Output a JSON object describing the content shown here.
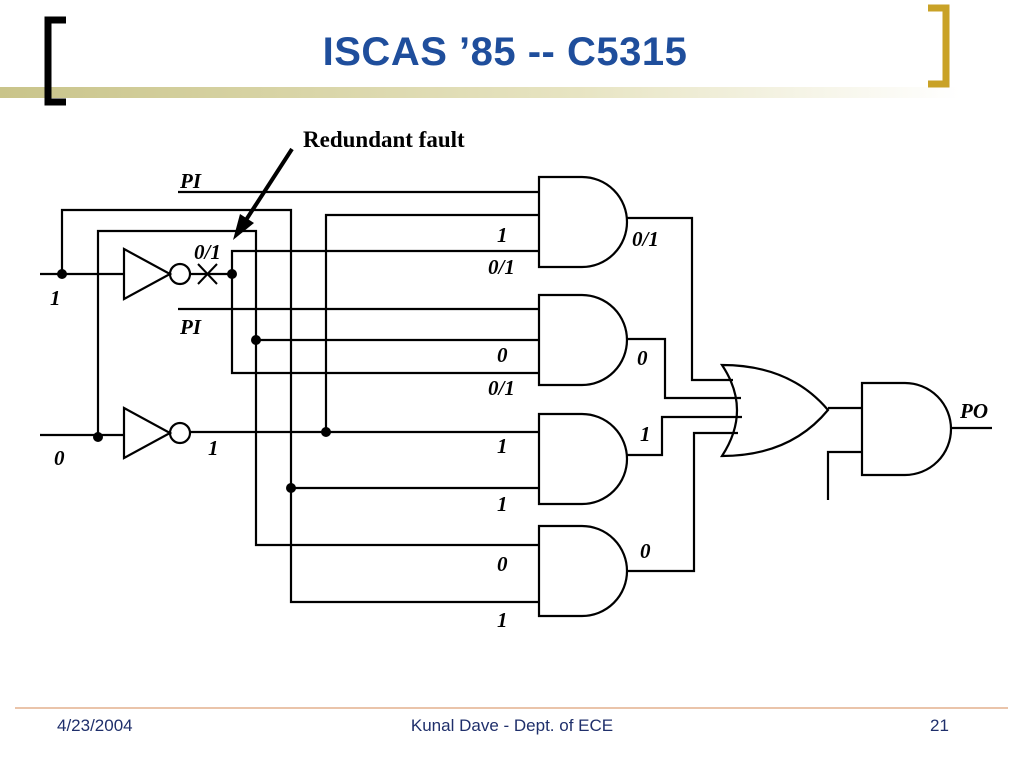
{
  "slide": {
    "title": "ISCAS ’85 -- C5315",
    "accent_color": "#c9a227",
    "title_color": "#1f4e9c"
  },
  "diagram": {
    "callout": "Redundant fault",
    "labels": {
      "pi_top": "PI",
      "pi_mid": "PI",
      "po": "PO",
      "in1_value": "1",
      "in0_value": "0",
      "fault_site_value": "0/1",
      "inv2_out_value": "1",
      "g1_in2": "1",
      "g1_in3": "0/1",
      "g1_out": "0/1",
      "g2_in2": "0",
      "g2_in3": "0/1",
      "g2_out": "0",
      "g3_in1": "1",
      "g3_in2": "1",
      "g3_out": "1",
      "g4_in1": "0",
      "g4_in2": "1",
      "g4_out": "0"
    }
  },
  "footer": {
    "date": "4/23/2004",
    "center": "Kunal Dave - Dept. of ECE",
    "page": "21"
  }
}
